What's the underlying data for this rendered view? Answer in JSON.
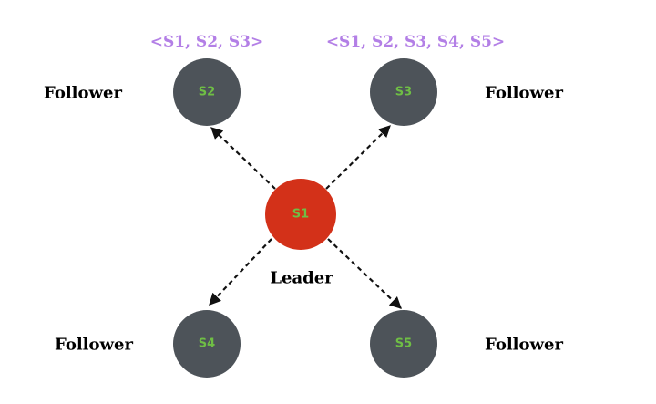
{
  "colors": {
    "leader": "#D33119",
    "follower": "#4D5359",
    "node_text": "#6FBE45",
    "log_text": "#B37FE6",
    "edge": "#111111"
  },
  "leader": {
    "id": "S1",
    "role": "Leader"
  },
  "followers": [
    {
      "id": "S2",
      "role": "Follower",
      "log": "<S1, S2, S3>"
    },
    {
      "id": "S3",
      "role": "Follower",
      "log": "<S1, S2, S3, S4, S5>"
    },
    {
      "id": "S4",
      "role": "Follower"
    },
    {
      "id": "S5",
      "role": "Follower"
    }
  ]
}
